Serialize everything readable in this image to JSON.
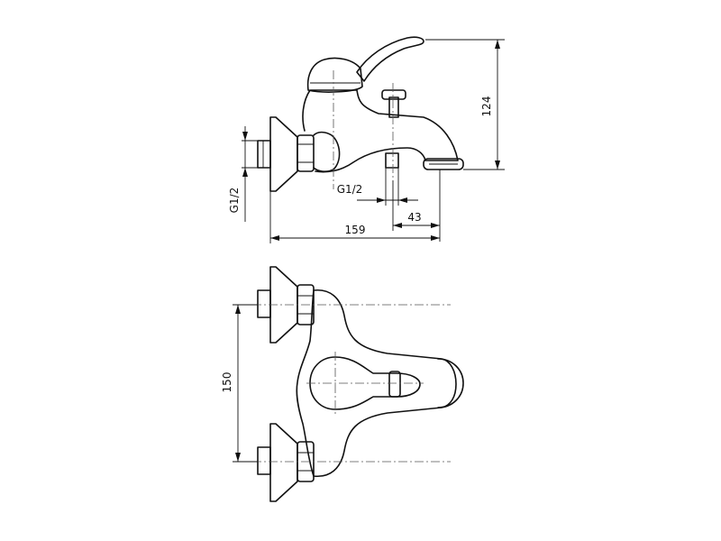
{
  "dimensions": {
    "height": "124",
    "thread_left": "G1/2",
    "thread_outlet": "G1/2",
    "outlet_offset": "43",
    "total_length": "159",
    "inlet_spacing": "150"
  },
  "colors": {
    "line": "#111111",
    "background": "#ffffff"
  }
}
